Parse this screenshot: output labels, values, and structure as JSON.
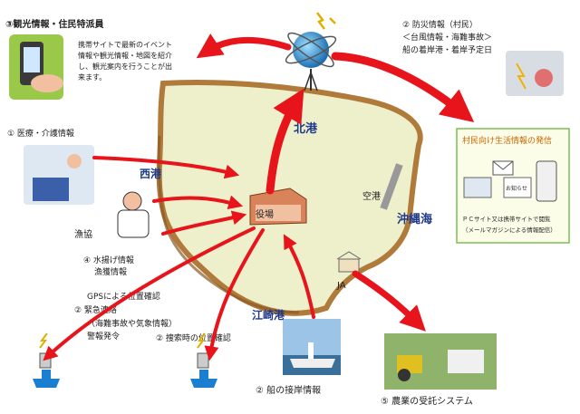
{
  "sections": {
    "tourism": {
      "title": "③観光情報・住民特派員",
      "desc": [
        "携帯サイトで最新のイベント",
        "情報や観光情報・地図を紹介",
        "し、観光案内を行うことが出",
        "来ます。"
      ]
    },
    "disaster": {
      "title": "② 防災情報（村民）",
      "lines": [
        "＜台風情報・海難事故＞",
        "船の着岸港・着岸予定日"
      ]
    },
    "medical": {
      "title": "① 医療・介護情報"
    },
    "lifeinfo": {
      "title": "村民向け生活情報の発信",
      "note1": "ＰＣサイト又は携帯サイトで閲覧",
      "note2": "（メールマガジンによる情報配信）",
      "mail_label": "お知らせ"
    },
    "fishery": {
      "label": "漁協",
      "item4_title": "④ 水揚げ情報",
      "item4_sub": "漁獲情報"
    },
    "gps": {
      "line1": "GPSによる位置確認",
      "line2": "② 緊急連絡",
      "line3": "（海難事故や気象情報）",
      "line4": "警報発令"
    },
    "search": {
      "label": "② 捜索時の位置確認"
    },
    "berthing": {
      "label": "② 船の接岸情報"
    },
    "agri": {
      "label": "⑤ 農業の受託システム"
    }
  },
  "places": {
    "kitako": "北港",
    "nishiko": "西港",
    "ezakiko": "江崎港",
    "kuko": "空港",
    "okinawa_sea": "沖縄海",
    "yakuba": "役場",
    "ja": "JA"
  },
  "colors": {
    "arrow": "#e8141b",
    "island_fill": "#eef0cc",
    "island_edge": "#b07a3a",
    "sea_label": "#1f3a8a",
    "port_label": "#1f3a8a",
    "life_box_border": "#7cbf55",
    "life_title": "#cc6600"
  },
  "icons": [
    "satellite-icon",
    "antenna-icon",
    "phone-icon",
    "ship-icon",
    "building-icon",
    "mail-icon",
    "tractor-icon"
  ]
}
